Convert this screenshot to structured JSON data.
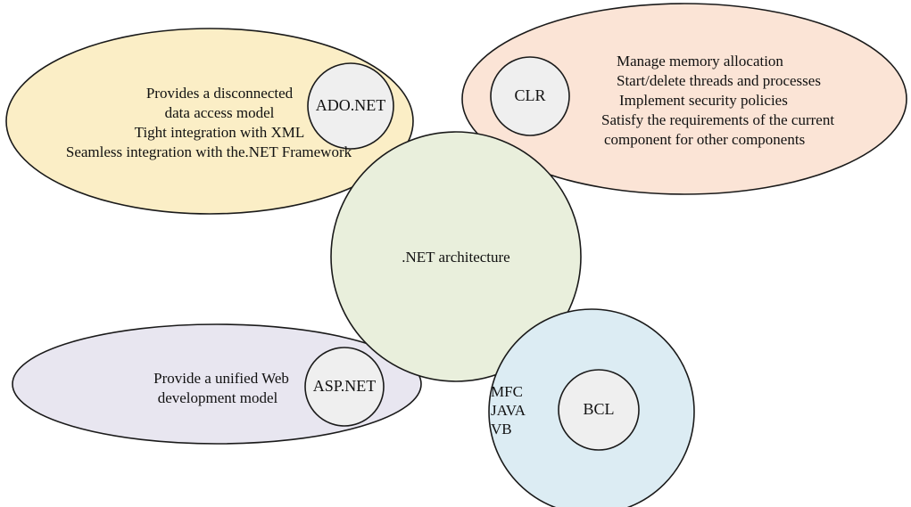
{
  "center": {
    "label": ".NET architecture",
    "fill": "#e9efdc"
  },
  "ado": {
    "label": "ADO.NET",
    "fill": "#fbeec6",
    "lines": [
      "Provides a disconnected",
      "data access model",
      "Tight integration with XML",
      "Seamless integration with the.NET Framework"
    ]
  },
  "clr": {
    "label": "CLR",
    "fill": "#fbe4d6",
    "lines": [
      "Manage memory allocation",
      "Start/delete threads and processes",
      "Implement security policies",
      "Satisfy the requirements of the current",
      "component for other components"
    ]
  },
  "asp": {
    "label": "ASP.NET",
    "fill": "#e8e6f0",
    "lines": [
      "Provide a unified Web",
      "development model"
    ]
  },
  "bcl": {
    "label": "BCL",
    "fill": "#dcecf3",
    "lines": [
      "MFC",
      "JAVA",
      "VB"
    ]
  },
  "inner_fill": "#efefef"
}
